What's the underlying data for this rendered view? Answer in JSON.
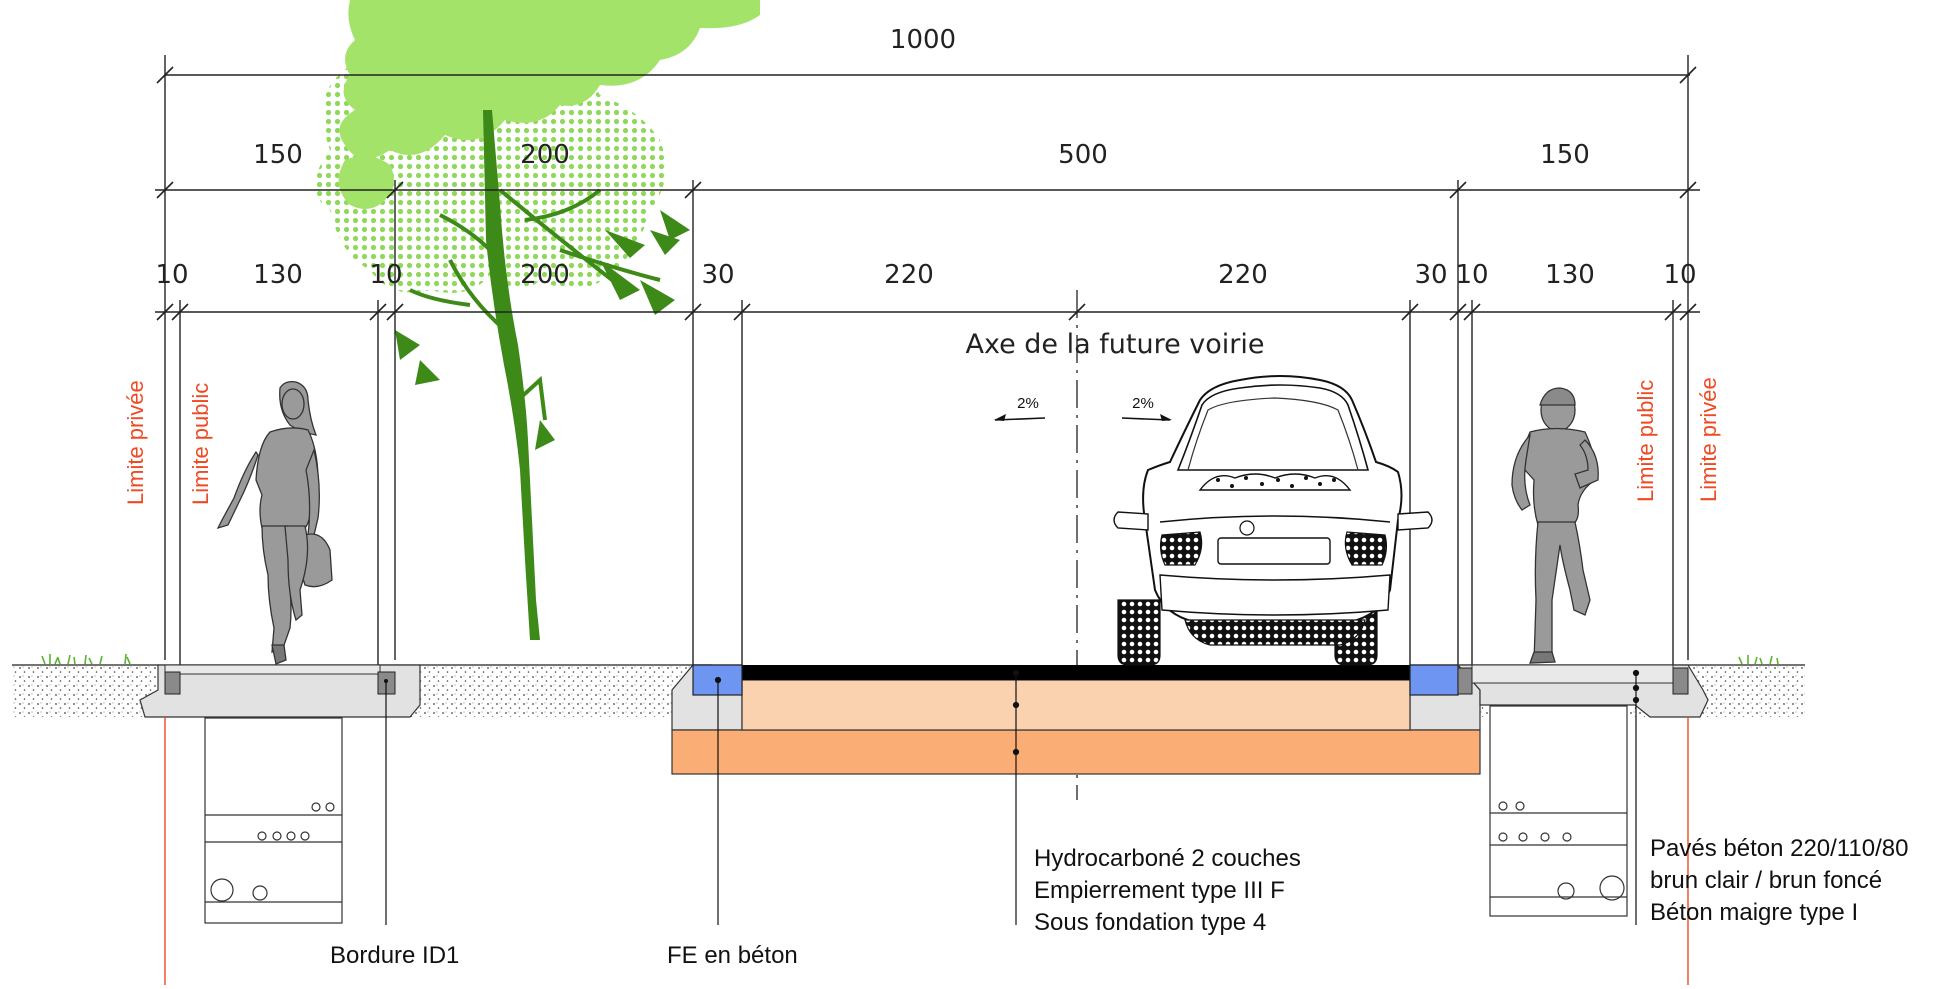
{
  "dimensions": {
    "total": "1000",
    "sections": [
      "150",
      "200",
      "500",
      "150"
    ],
    "parts": [
      "10",
      "130",
      "10",
      "200",
      "30",
      "220",
      "220",
      "30",
      "10",
      "130",
      "10"
    ]
  },
  "axis_label": "Axe de la future voirie",
  "slopes": {
    "left": "2%",
    "right": "2%"
  },
  "limits": {
    "left_private": "Limite privée",
    "left_public": "Limite public",
    "right_public": "Limite public",
    "right_private": "Limite privée"
  },
  "callouts": {
    "bordure": "Bordure ID1",
    "fe": "FE en béton",
    "road_layers": [
      "Hydrocarboné 2 couches",
      "Empierrement type III F",
      "Sous fondation type 4"
    ],
    "sidewalk_layers": [
      "Pavés béton 220/110/80",
      "brun clair / brun foncé",
      "Béton maigre type I"
    ]
  },
  "colors": {
    "limit_red": "#f04a23",
    "tree_light": "#a4e36a",
    "tree_dark": "#3d8a18",
    "asphalt": "#000000",
    "empierrement": "#fbd2b0",
    "sous_fondation": "#fbad76",
    "fe_beton": "#6e95f2",
    "concrete": "#e2e2e2",
    "person": "#9a9a9a"
  }
}
